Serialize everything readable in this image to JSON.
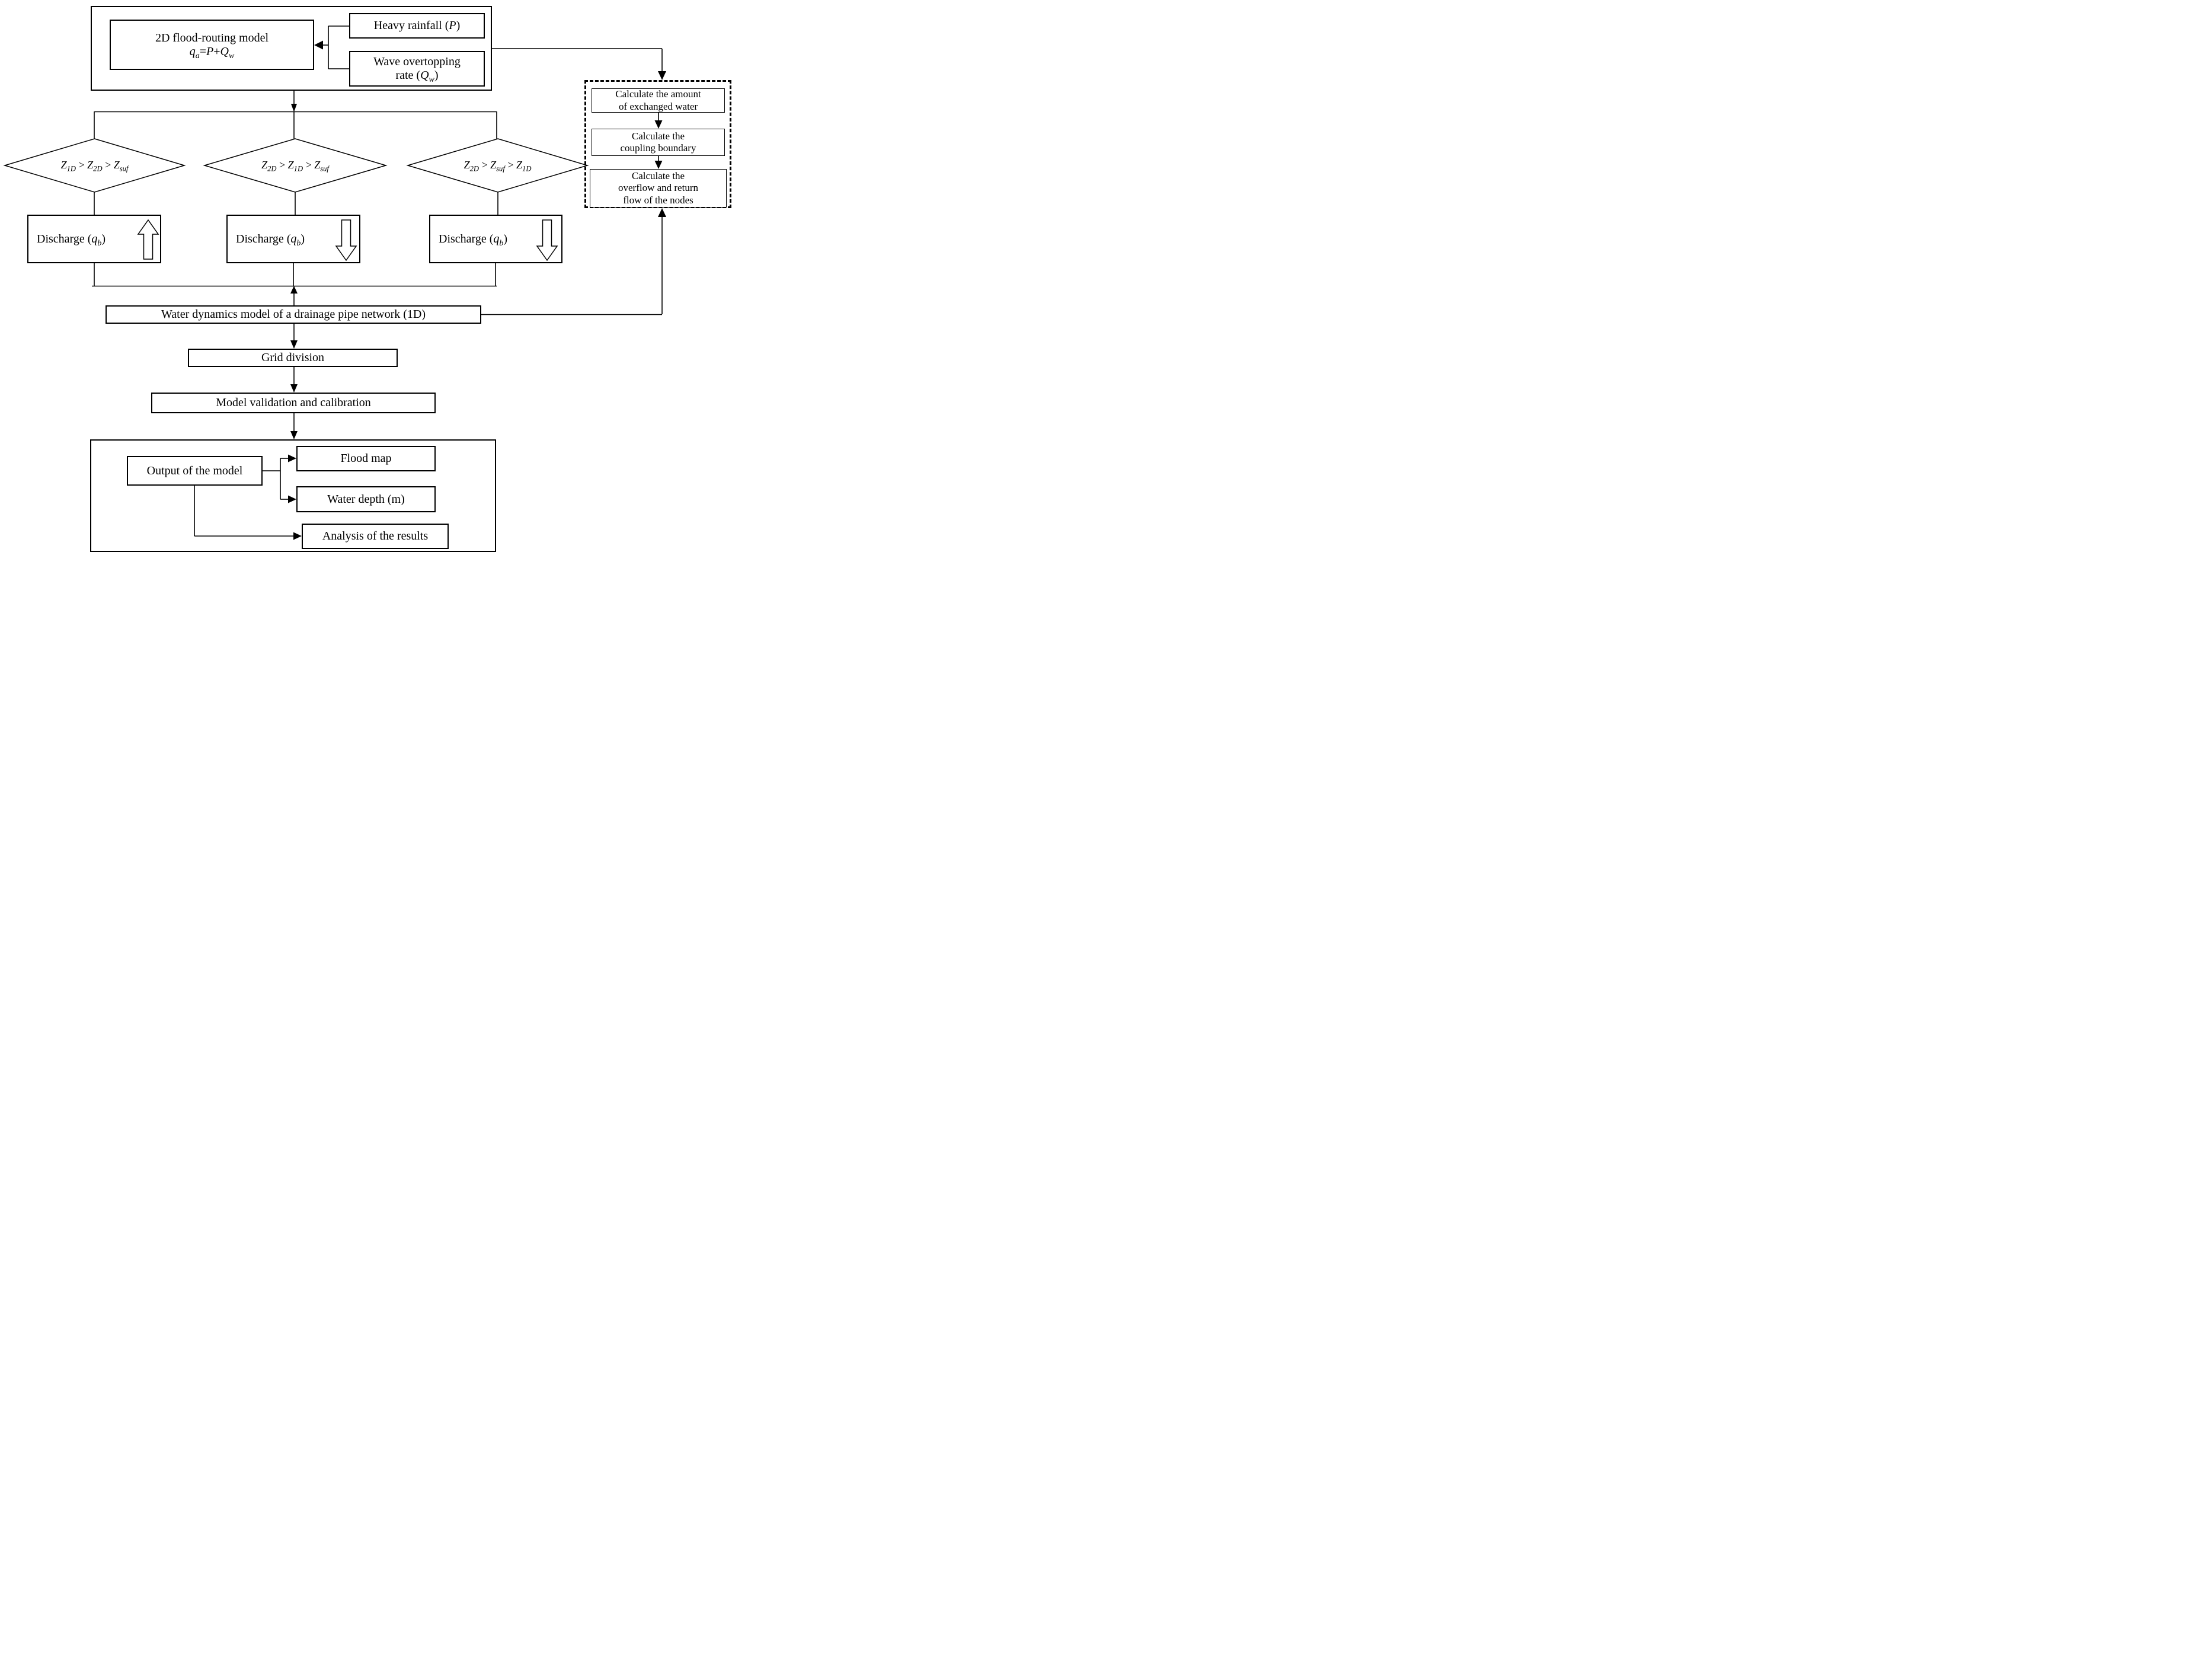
{
  "figure": {
    "top_group": {
      "model_2d": {
        "title": "2D flood-routing model",
        "formula": [
          "q",
          "a",
          "=",
          "P",
          "+",
          "Q",
          "w"
        ]
      },
      "heavy_rainfall": [
        "Heavy rainfall (",
        "P",
        ")"
      ],
      "wave_overtopping": {
        "line1": "Wave overtopping",
        "line2": [
          "rate (",
          "Q",
          "w",
          ")"
        ]
      }
    },
    "diamonds": [
      {
        "parts": [
          "Z",
          "1D",
          " > ",
          "Z",
          "2D",
          " > ",
          "Z",
          "suf"
        ]
      },
      {
        "parts": [
          "Z",
          "2D",
          " > ",
          "Z",
          "1D",
          " > ",
          "Z",
          "suf"
        ]
      },
      {
        "parts": [
          "Z",
          "2D",
          " > ",
          "Z",
          "suf",
          " > ",
          "Z",
          "1D"
        ]
      }
    ],
    "discharge": {
      "label": [
        "Discharge (",
        "q",
        "b",
        ")"
      ],
      "left_arrow": "up",
      "middle_arrow": "down",
      "right_arrow": "down"
    },
    "dashed_panel": {
      "steps": [
        [
          "Calculate the amount",
          "of exchanged water"
        ],
        [
          "Calculate the",
          "coupling boundary"
        ],
        [
          "Calculate the",
          "overflow and return",
          "flow of the nodes"
        ]
      ]
    },
    "pipe_network": "Water dynamics model of a drainage pipe network (1D)",
    "grid_division": "Grid division",
    "model_validation": "Model validation and calibration",
    "output_group": {
      "output": "Output of the model",
      "flood_map": "Flood map",
      "water_depth": "Water depth (m)",
      "analysis": "Analysis of the results"
    }
  },
  "colors": {
    "ink": "#000000",
    "paper": "#ffffff"
  }
}
